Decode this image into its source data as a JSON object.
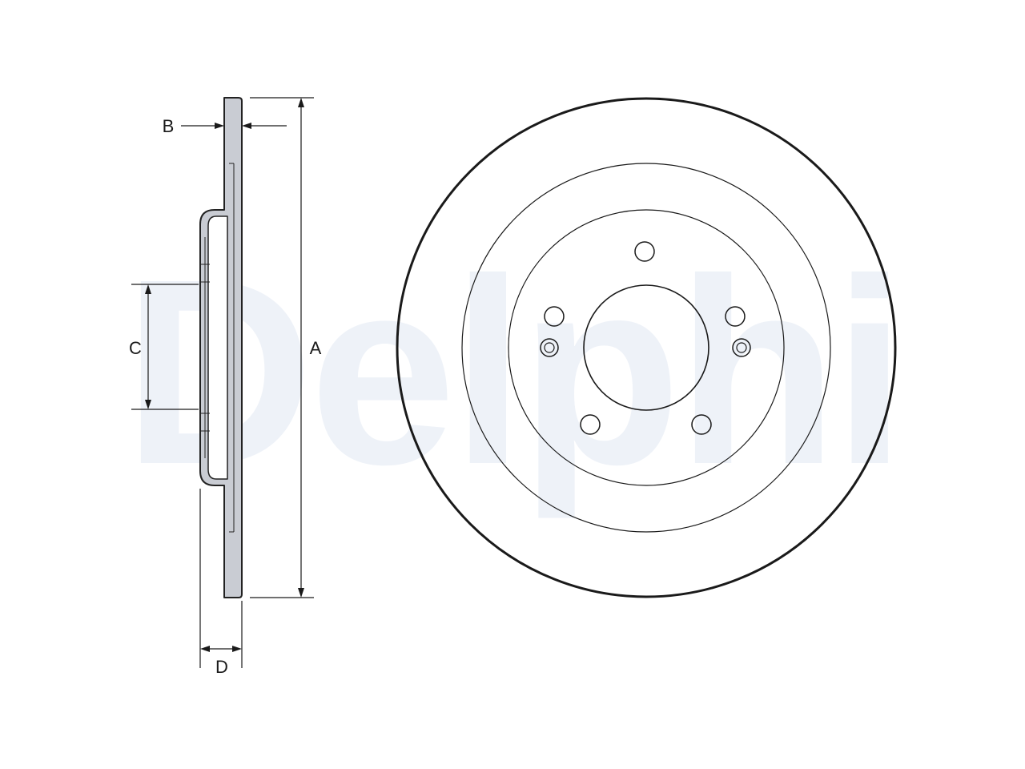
{
  "watermark": {
    "text": "Delphi",
    "color": "#eef2f8"
  },
  "colors": {
    "line": "#1a1a1a",
    "section_fill": "#c9ccd3",
    "section_stroke": "#222222",
    "face_fill": "#ffffff"
  },
  "dimensions": {
    "a": "A",
    "b": "B",
    "c": "C",
    "d": "D"
  }
}
